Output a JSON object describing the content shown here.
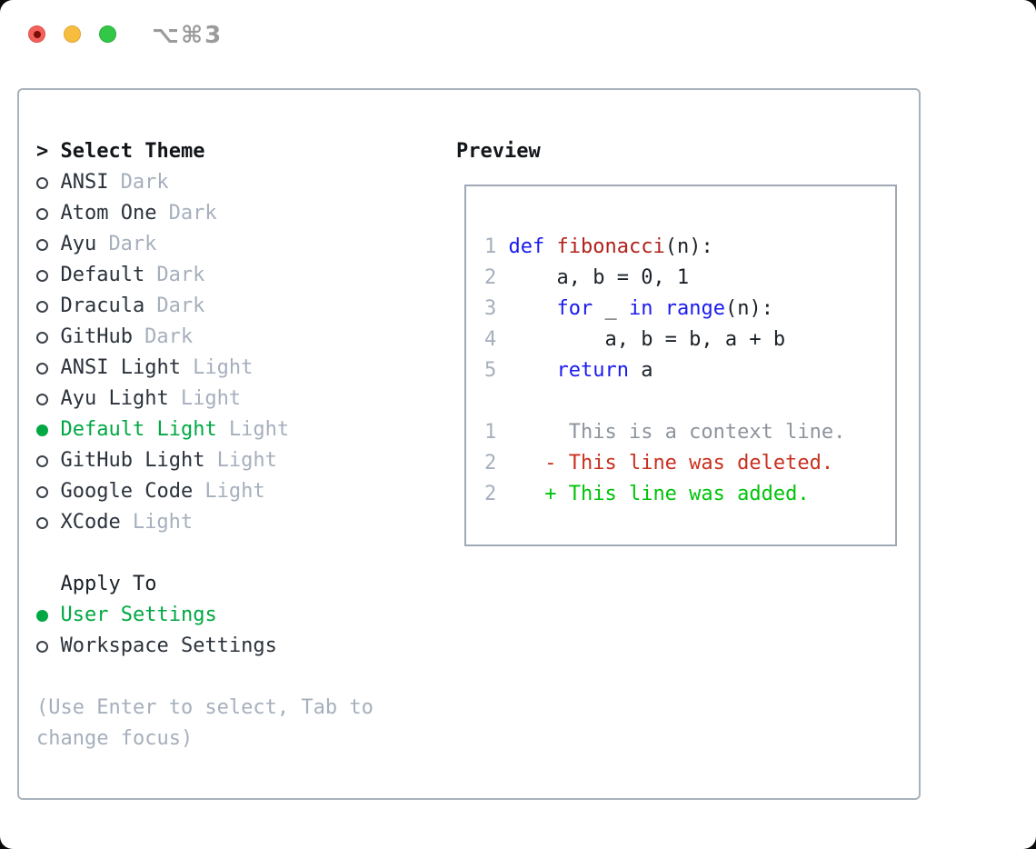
{
  "window": {
    "shortcut": "⌥⌘3"
  },
  "colors": {
    "selected_green": "#00a843",
    "added_green": "#00c30a",
    "deleted_red": "#c8301f",
    "keyword_blue": "#1a1aee",
    "function_red": "#b02219",
    "muted_gray": "#a6afbc",
    "context_gray": "#8e949c",
    "panel_border": "#a9b2bc",
    "traffic_red": "#f2615b",
    "traffic_yellow": "#f7bd3f",
    "traffic_green": "#33c748"
  },
  "theme_panel": {
    "prompt": ">",
    "title": "Select Theme",
    "themes": [
      {
        "name": "ANSI",
        "variant": "Dark",
        "selected": false
      },
      {
        "name": "Atom One",
        "variant": "Dark",
        "selected": false
      },
      {
        "name": "Ayu",
        "variant": "Dark",
        "selected": false
      },
      {
        "name": "Default",
        "variant": "Dark",
        "selected": false
      },
      {
        "name": "Dracula",
        "variant": "Dark",
        "selected": false
      },
      {
        "name": "GitHub",
        "variant": "Dark",
        "selected": false
      },
      {
        "name": "ANSI Light",
        "variant": "Light",
        "selected": false
      },
      {
        "name": "Ayu Light",
        "variant": "Light",
        "selected": false
      },
      {
        "name": "Default Light",
        "variant": "Light",
        "selected": true
      },
      {
        "name": "GitHub Light",
        "variant": "Light",
        "selected": false
      },
      {
        "name": "Google Code",
        "variant": "Light",
        "selected": false
      },
      {
        "name": "XCode",
        "variant": "Light",
        "selected": false
      }
    ],
    "apply_to": {
      "title": "Apply To",
      "options": [
        {
          "label": "User Settings",
          "selected": true
        },
        {
          "label": "Workspace Settings",
          "selected": false
        }
      ]
    },
    "hint_line1": "(Use Enter to select, Tab to",
    "hint_line2": "change focus)"
  },
  "preview": {
    "title": "Preview",
    "lines": [
      [],
      [
        [
          "ln",
          "1"
        ],
        [
          "pl",
          " "
        ],
        [
          "kw",
          "def"
        ],
        [
          "pl",
          " "
        ],
        [
          "fn",
          "fibonacci"
        ],
        [
          "pl",
          "(n):"
        ]
      ],
      [
        [
          "ln",
          "2"
        ],
        [
          "pl",
          "     a, b = 0, 1"
        ]
      ],
      [
        [
          "ln",
          "3"
        ],
        [
          "pl",
          "     "
        ],
        [
          "kw",
          "for"
        ],
        [
          "pl",
          " _ "
        ],
        [
          "kw",
          "in"
        ],
        [
          "pl",
          " "
        ],
        [
          "kw",
          "range"
        ],
        [
          "pl",
          "(n):"
        ]
      ],
      [
        [
          "ln",
          "4"
        ],
        [
          "pl",
          "         a, b = b, a + b"
        ]
      ],
      [
        [
          "ln",
          "5"
        ],
        [
          "pl",
          "     "
        ],
        [
          "kw",
          "return"
        ],
        [
          "pl",
          " a"
        ]
      ],
      [],
      [
        [
          "ln",
          "1"
        ],
        [
          "ctx",
          "      This is a context line."
        ]
      ],
      [
        [
          "ln",
          "2"
        ],
        [
          "pl",
          "    "
        ],
        [
          "del",
          "- This line was deleted."
        ]
      ],
      [
        [
          "ln",
          "2"
        ],
        [
          "pl",
          "    "
        ],
        [
          "add",
          "+ This line was added."
        ]
      ]
    ]
  }
}
